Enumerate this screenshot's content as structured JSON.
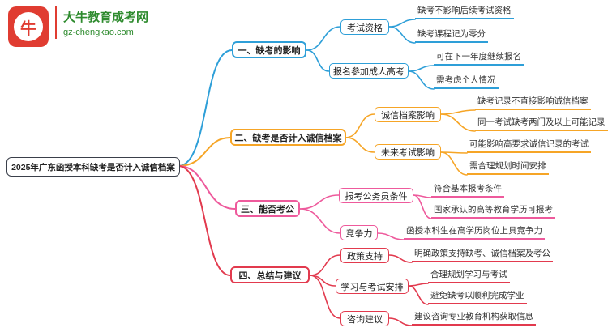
{
  "site": {
    "name": "大牛教育成考网",
    "url": "gz-chengkao.com",
    "logo_glyph": "牛"
  },
  "colors": {
    "branch1_blue": "#2e9fd8",
    "branch2_orange": "#f6a526",
    "branch3_pink": "#ee5a9c",
    "branch4_red": "#e23a4e",
    "logo_red": "#e03c31",
    "brand_green": "#2e8b2e",
    "root_border": "#3a3f4a"
  },
  "mindmap": {
    "root": "2025年广东函授本科缺考是否计入诚信档案",
    "branches": [
      {
        "label": "一、缺考的影响",
        "color": "#2e9fd8",
        "children": [
          {
            "label": "考试资格",
            "leaves": [
              "缺考不影响后续考试资格",
              "缺考课程记为零分"
            ]
          },
          {
            "label": "报名参加成人高考",
            "leaves": [
              "可在下一年度继续报名",
              "需考虑个人情况"
            ]
          }
        ]
      },
      {
        "label": "二、缺考是否计入诚信档案",
        "color": "#f6a526",
        "children": [
          {
            "label": "诚信档案影响",
            "leaves": [
              "缺考记录不直接影响诚信档案",
              "同一考试缺考两门及以上可能记录"
            ]
          },
          {
            "label": "未来考试影响",
            "leaves": [
              "可能影响高要求诚信记录的考试",
              "需合理规划时间安排"
            ]
          }
        ]
      },
      {
        "label": "三、能否考公",
        "color": "#ee5a9c",
        "children": [
          {
            "label": "报考公务员条件",
            "leaves": [
              "符合基本报考条件",
              "国家承认的高等教育学历可报考"
            ]
          },
          {
            "label": "竞争力",
            "leaves": [
              "函授本科生在高学历岗位上具竞争力"
            ]
          }
        ]
      },
      {
        "label": "四、总结与建议",
        "color": "#e23a4e",
        "children": [
          {
            "label": "政策支持",
            "leaves": [
              "明确政策支持缺考、诚信档案及考公"
            ]
          },
          {
            "label": "学习与考试安排",
            "leaves": [
              "合理规划学习与考试",
              "避免缺考以顺利完成学业"
            ]
          },
          {
            "label": "咨询建议",
            "leaves": [
              "建议咨询专业教育机构获取信息"
            ]
          }
        ]
      }
    ]
  }
}
